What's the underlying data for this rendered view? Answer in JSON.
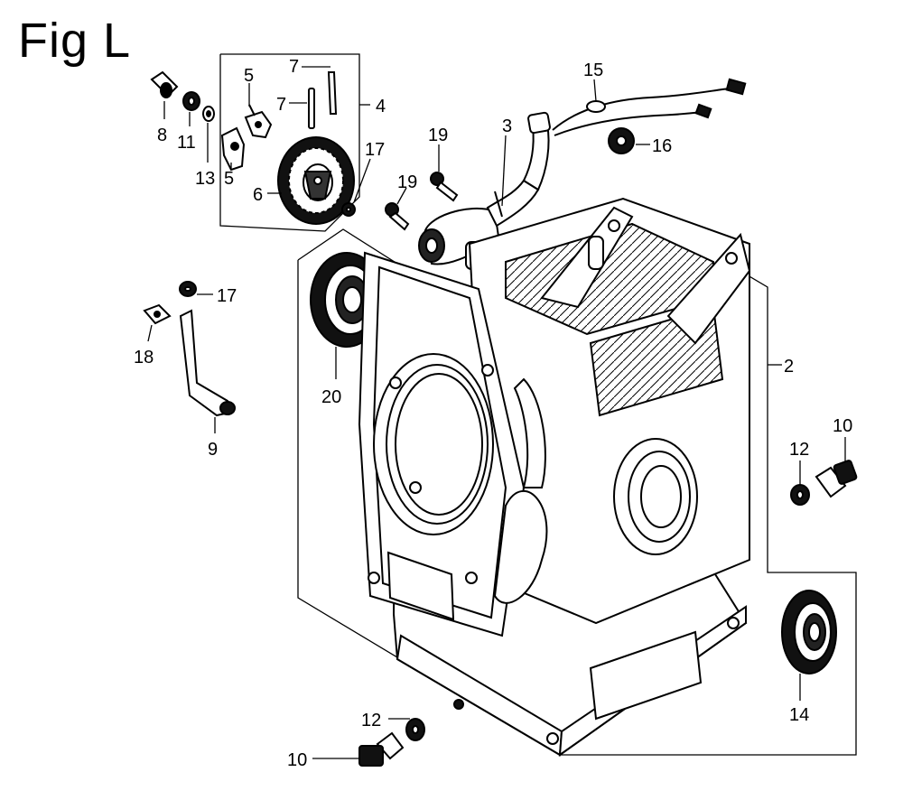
{
  "figure": {
    "title": "Fig L"
  },
  "callouts": [
    {
      "id": "c8",
      "label": "8"
    },
    {
      "id": "c11",
      "label": "11"
    },
    {
      "id": "c13",
      "label": "13"
    },
    {
      "id": "c5a",
      "label": "5"
    },
    {
      "id": "c5b",
      "label": "5"
    },
    {
      "id": "c7a",
      "label": "7"
    },
    {
      "id": "c7b",
      "label": "7"
    },
    {
      "id": "c4",
      "label": "4"
    },
    {
      "id": "c6",
      "label": "6"
    },
    {
      "id": "c17a",
      "label": "17"
    },
    {
      "id": "c19a",
      "label": "19"
    },
    {
      "id": "c19b",
      "label": "19"
    },
    {
      "id": "c3",
      "label": "3"
    },
    {
      "id": "c15",
      "label": "15"
    },
    {
      "id": "c16",
      "label": "16"
    },
    {
      "id": "c17b",
      "label": "17"
    },
    {
      "id": "c18",
      "label": "18"
    },
    {
      "id": "c9",
      "label": "9"
    },
    {
      "id": "c20",
      "label": "20"
    },
    {
      "id": "c2",
      "label": "2"
    },
    {
      "id": "c10a",
      "label": "10"
    },
    {
      "id": "c12a",
      "label": "12"
    },
    {
      "id": "c14",
      "label": "14"
    },
    {
      "id": "c12b",
      "label": "12"
    },
    {
      "id": "c10b",
      "label": "10"
    }
  ]
}
